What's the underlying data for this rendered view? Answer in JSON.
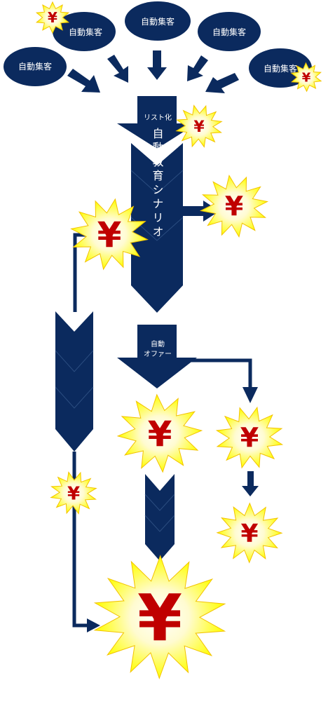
{
  "diagram": {
    "sources": [
      "自動集客",
      "自動集客",
      "自動集客",
      "自動集客",
      "自動集客"
    ],
    "list_label": "リスト化",
    "education_label": "自動教育シナリオ",
    "offer_label_line1": "自動",
    "offer_label_line2": "オファー",
    "yen_symbol": "¥",
    "colors": {
      "navy": "#0b2a5e",
      "burst": "#ffff1a",
      "burst_edge": "#f2c200",
      "yen": "#c00000"
    }
  }
}
